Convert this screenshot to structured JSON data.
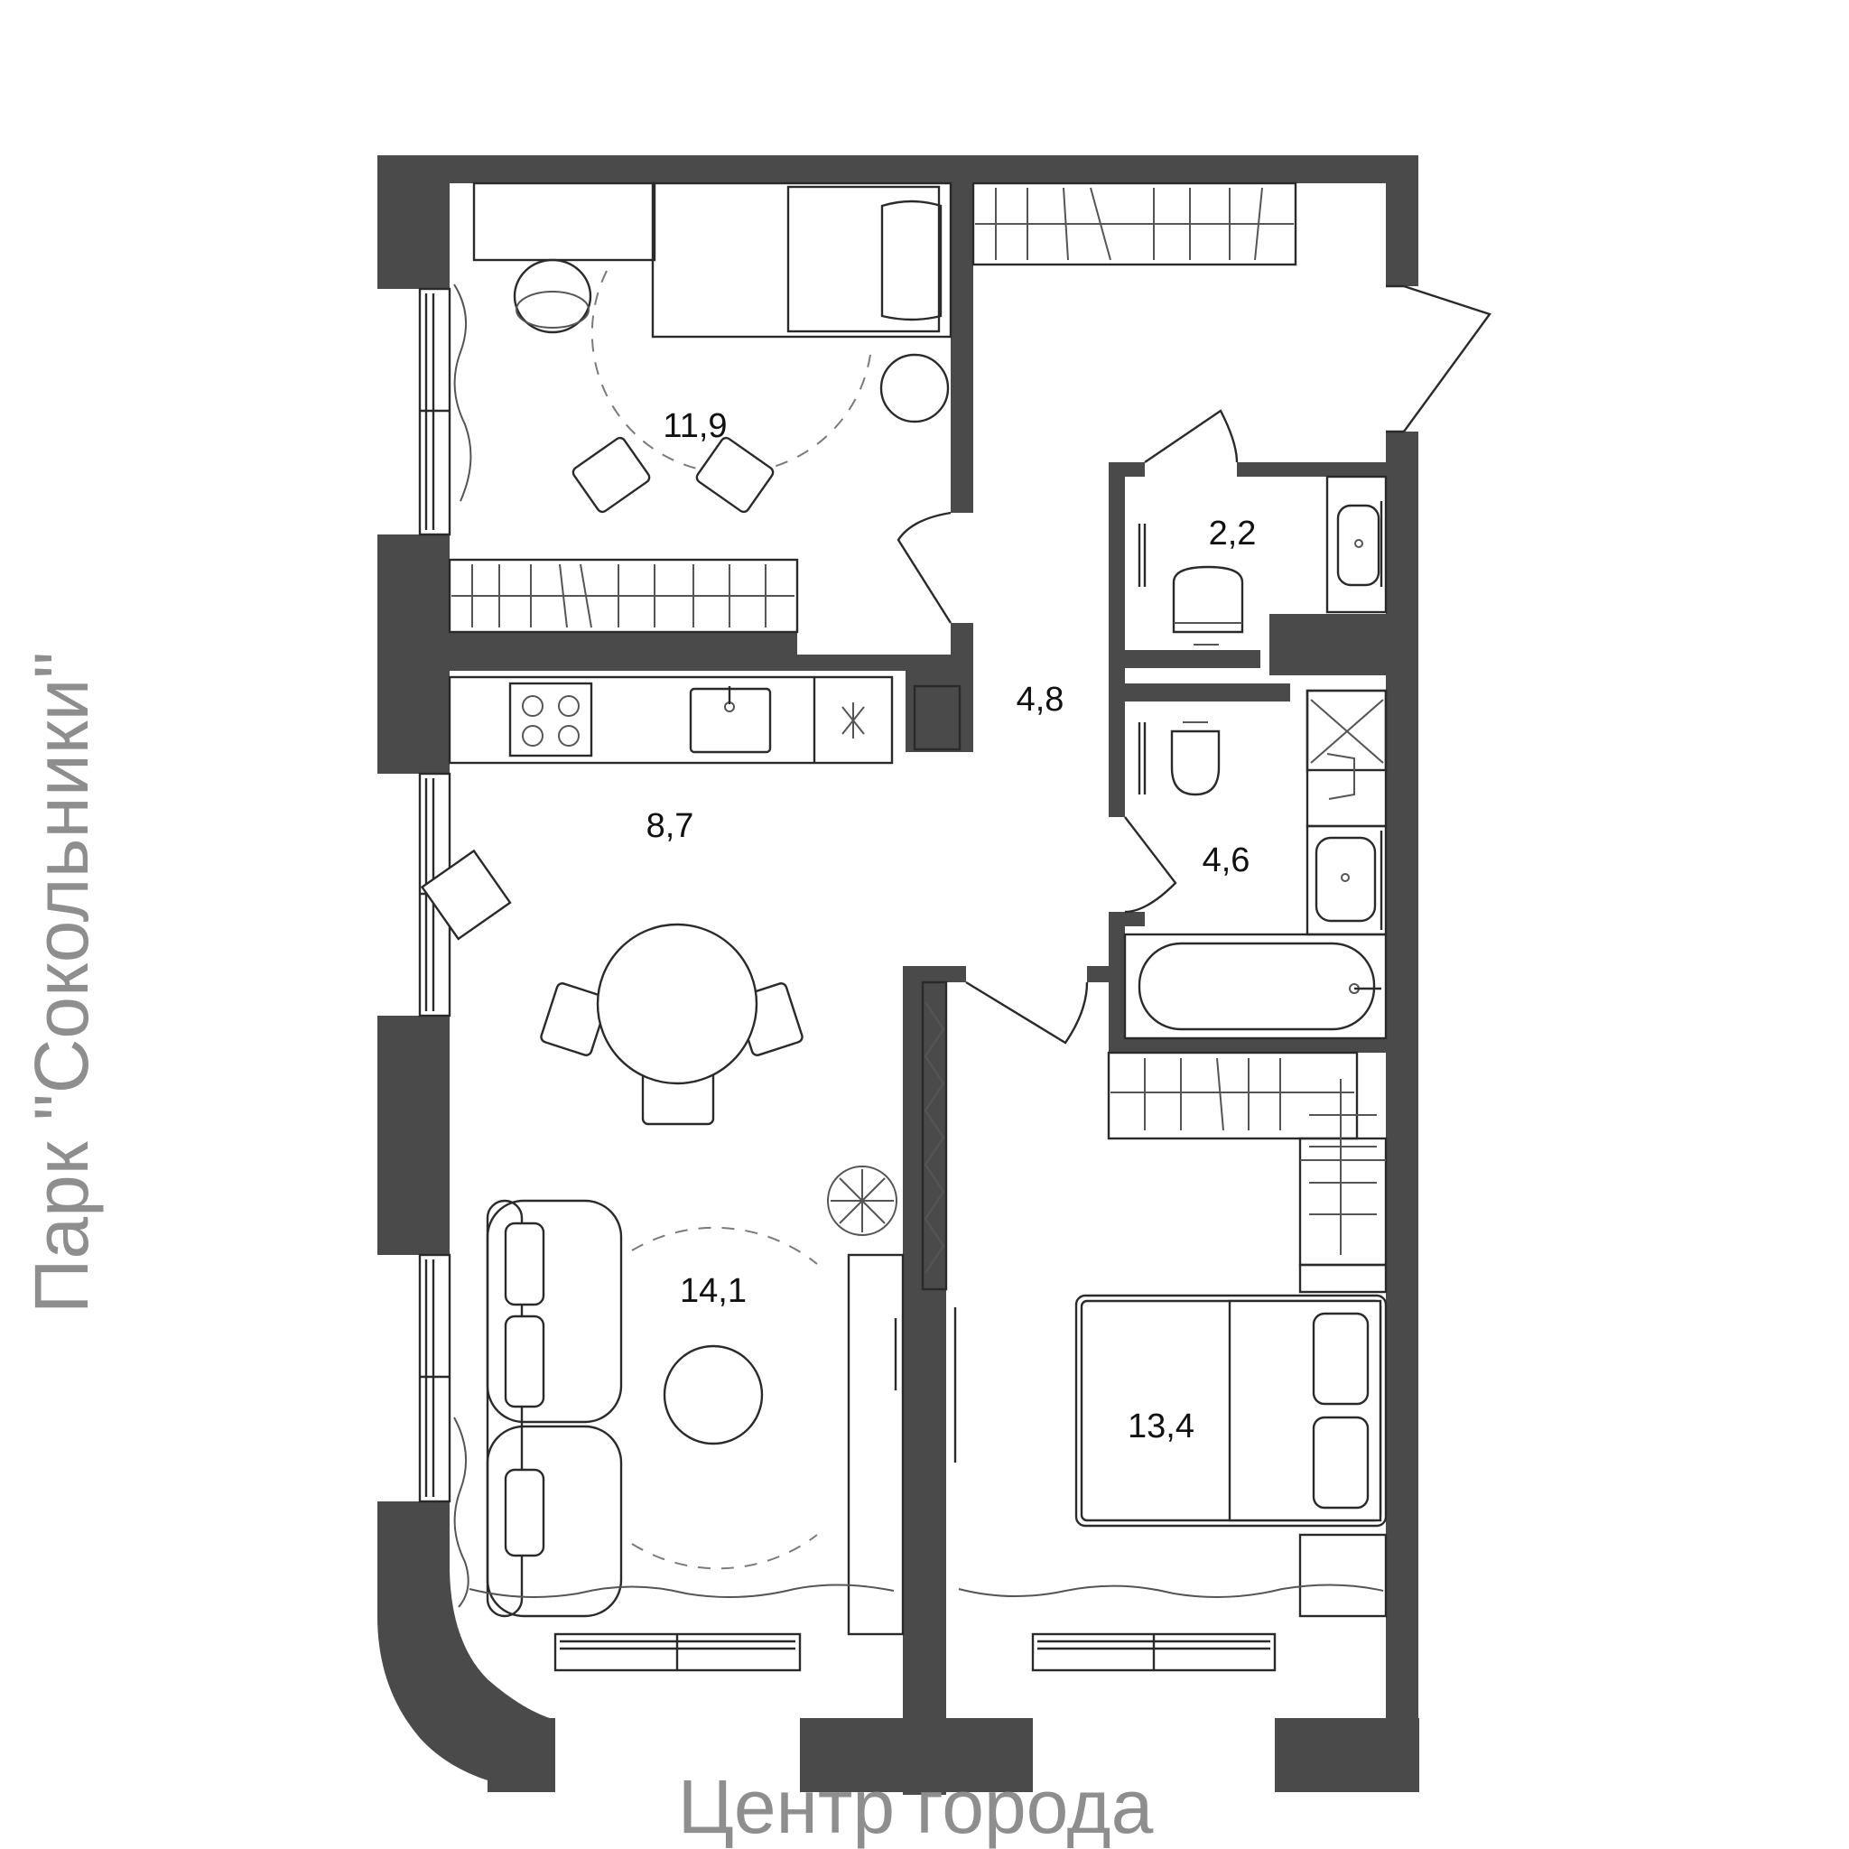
{
  "rooms": [
    {
      "id": "bedroom-1",
      "area": "11,9"
    },
    {
      "id": "hall",
      "area": "4,8"
    },
    {
      "id": "wc",
      "area": "2,2"
    },
    {
      "id": "kitchen",
      "area": "8,7"
    },
    {
      "id": "bathroom",
      "area": "4,6"
    },
    {
      "id": "living",
      "area": "14,1"
    },
    {
      "id": "bedroom-2",
      "area": "13,4"
    }
  ],
  "labels": {
    "left": "Парк \"Сокольники\"",
    "bottom": "Центр города"
  },
  "colors": {
    "wall": "#4a4a4a",
    "line": "#2a2a2a",
    "orientation_text": "#8e8e8e"
  }
}
